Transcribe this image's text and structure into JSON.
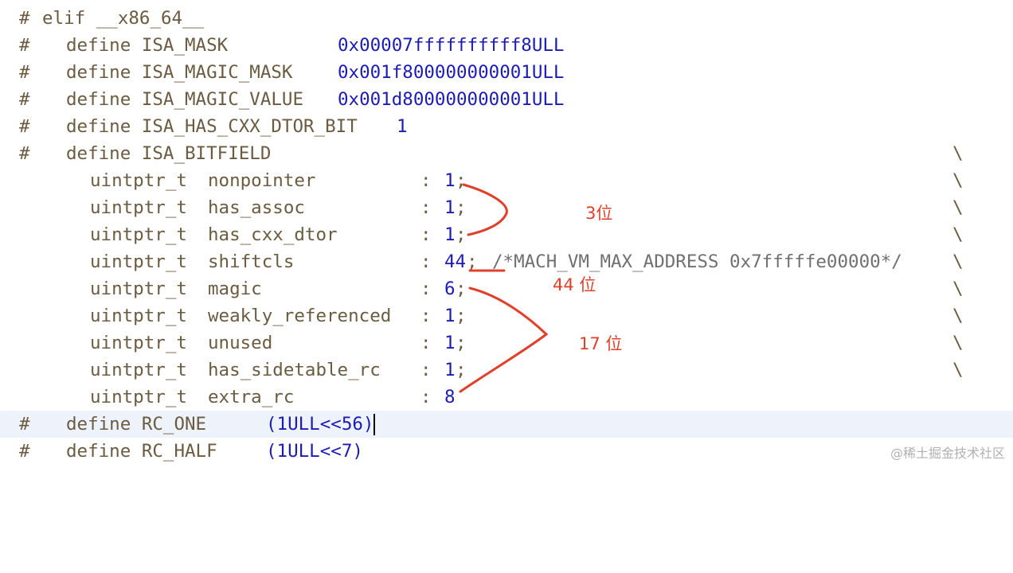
{
  "lines": [
    {
      "hash": "#",
      "cmd": "elif __x86_64__"
    },
    {
      "hash": "#",
      "define": "define ISA_MASK",
      "value": "0x00007ffffffffff8ULL"
    },
    {
      "hash": "#",
      "define": "define ISA_MAGIC_MASK",
      "value": "0x001f800000000001ULL"
    },
    {
      "hash": "#",
      "define": "define ISA_MAGIC_VALUE",
      "value": "0x001d800000000001ULL"
    },
    {
      "hash": "#",
      "define": "define ISA_HAS_CXX_DTOR_BIT",
      "value": "1"
    },
    {
      "hash": "#",
      "define": "define ISA_BITFIELD",
      "bs": "\\"
    }
  ],
  "fields": [
    {
      "type": "uintptr_t",
      "name": "nonpointer",
      "colon": ":",
      "bits": "1",
      "end": ";",
      "bs": "\\"
    },
    {
      "type": "uintptr_t",
      "name": "has_assoc",
      "colon": ":",
      "bits": "1",
      "end": ";",
      "bs": "\\"
    },
    {
      "type": "uintptr_t",
      "name": "has_cxx_dtor",
      "colon": ":",
      "bits": "1",
      "end": ";",
      "bs": "\\"
    },
    {
      "type": "uintptr_t",
      "name": "shiftcls",
      "colon": ":",
      "bits": "44",
      "end": ";",
      "comment": "/*MACH_VM_MAX_ADDRESS 0x7fffffe00000*/",
      "bs": "\\"
    },
    {
      "type": "uintptr_t",
      "name": "magic",
      "colon": ":",
      "bits": "6",
      "end": ";",
      "bs": "\\"
    },
    {
      "type": "uintptr_t",
      "name": "weakly_referenced",
      "colon": ":",
      "bits": "1",
      "end": ";",
      "bs": "\\"
    },
    {
      "type": "uintptr_t",
      "name": "unused",
      "colon": ":",
      "bits": "1",
      "end": ";",
      "bs": "\\"
    },
    {
      "type": "uintptr_t",
      "name": "has_sidetable_rc",
      "colon": ":",
      "bits": "1",
      "end": ";",
      "bs": "\\"
    },
    {
      "type": "uintptr_t",
      "name": "extra_rc",
      "colon": ":",
      "bits": "8",
      "end": ""
    }
  ],
  "tail": [
    {
      "hash": "#",
      "define": "define RC_ONE",
      "value": "(1ULL<<56)"
    },
    {
      "hash": "#",
      "define": "define RC_HALF",
      "value": "(1ULL<<7)"
    }
  ],
  "annotations": {
    "three": "3位",
    "fortyfour": "44 位",
    "seventeen": "17 位",
    "color": "#e0402a"
  },
  "watermark": "@稀土掘金技术社区"
}
